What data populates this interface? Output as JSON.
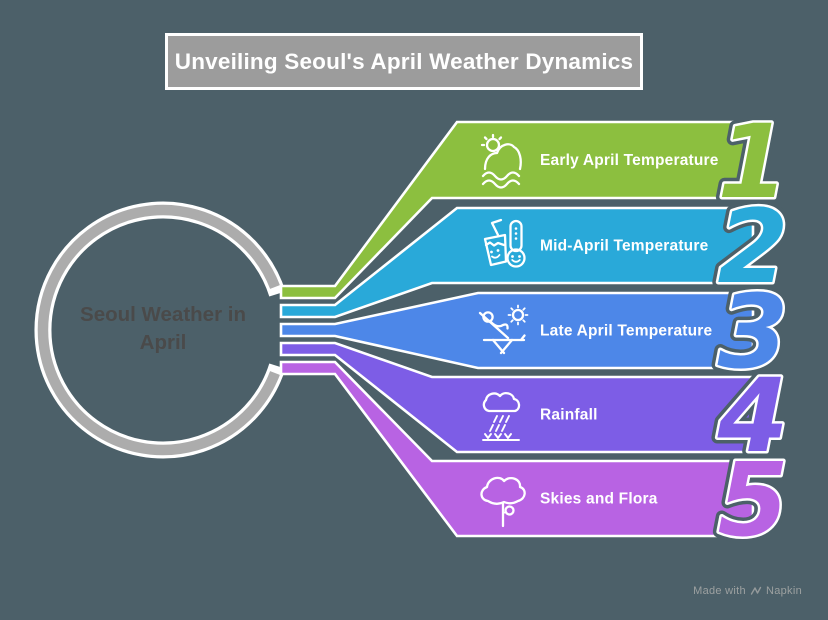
{
  "title": "Unveiling Seoul's April Weather Dynamics",
  "hub": {
    "label": "Seoul Weather in April"
  },
  "items": [
    {
      "number": "1",
      "label": "Early April Temperature",
      "color": "#8cbf3f",
      "icon": "sun-over-sea-icon"
    },
    {
      "number": "2",
      "label": "Mid-April Temperature",
      "color": "#29a9d9",
      "icon": "drink-thermometer-icon"
    },
    {
      "number": "3",
      "label": "Late April Temperature",
      "color": "#4d87e8",
      "icon": "lounge-chair-sun-icon"
    },
    {
      "number": "4",
      "label": "Rainfall",
      "color": "#7d5de6",
      "icon": "rain-cloud-icon"
    },
    {
      "number": "5",
      "label": "Skies and Flora",
      "color": "#b863e3",
      "icon": "tree-flora-icon"
    }
  ],
  "watermark": {
    "prefix": "Made with",
    "brand": "Napkin"
  },
  "colors": {
    "background": "#4c6069",
    "title_bg": "#9c9c9c",
    "ring": "#acacac",
    "hub_text": "#4a4a4a",
    "outline": "#ffffff"
  }
}
